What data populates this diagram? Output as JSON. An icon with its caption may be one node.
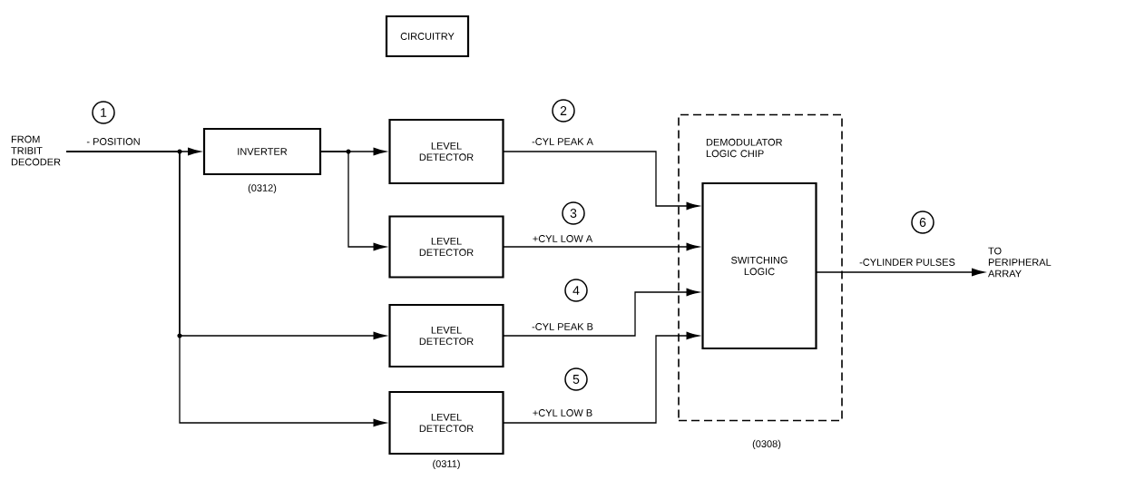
{
  "diagram": {
    "nodes": [
      {
        "text": [
          "CIRCUITRY"
        ]
      },
      {
        "text": [
          "FROM TRIBIT DECODER"
        ]
      },
      {
        "text": [
          "INVERTER"
        ],
        "beside": [
          "(0312)"
        ]
      },
      {
        "text": [
          "LEVEL DETECTOR"
        ]
      },
      {
        "text": [
          "LEVEL DETECTOR"
        ]
      },
      {
        "text": [
          "LEVEL DETECTOR"
        ]
      },
      {
        "text": [
          "LEVEL DETECTOR"
        ],
        "beside": [
          "(0311)"
        ]
      },
      {
        "text": [
          "DEMODULATOR LOGIC CHIP"
        ],
        "beside": [
          "(0308)"
        ]
      },
      {
        "text": [
          "SWITCHING LOGIC"
        ],
        "in": 7
      },
      {
        "text": [
          "TO PERIPHERAL ARRAY"
        ]
      }
    ],
    "edges": [
      {
        "from": 1,
        "to": 2,
        "arrow": "to",
        "label": "- POSITION"
      },
      {
        "from": 1,
        "to": 5,
        "arrow": "to"
      },
      {
        "from": 1,
        "to": 6,
        "arrow": "to"
      },
      {
        "from": 2,
        "to": 3,
        "arrow": "to"
      },
      {
        "from": 2,
        "to": 4,
        "arrow": "to"
      },
      {
        "from": 3,
        "to": 8,
        "arrow": "to",
        "label": "-CYL PEAK A"
      },
      {
        "from": 4,
        "to": 8,
        "arrow": "to",
        "label": "+CYL LOW A"
      },
      {
        "from": 5,
        "to": 8,
        "arrow": "to",
        "label": "-CYL PEAK B"
      },
      {
        "from": 6,
        "to": 8,
        "arrow": "to",
        "label": "+CYL LOW B"
      },
      {
        "from": 8,
        "to": 9,
        "arrow": "to",
        "label": "-CYLINDER PULSES"
      }
    ],
    "labels": [
      "1",
      "2",
      "3",
      "4",
      "5",
      "6"
    ]
  }
}
